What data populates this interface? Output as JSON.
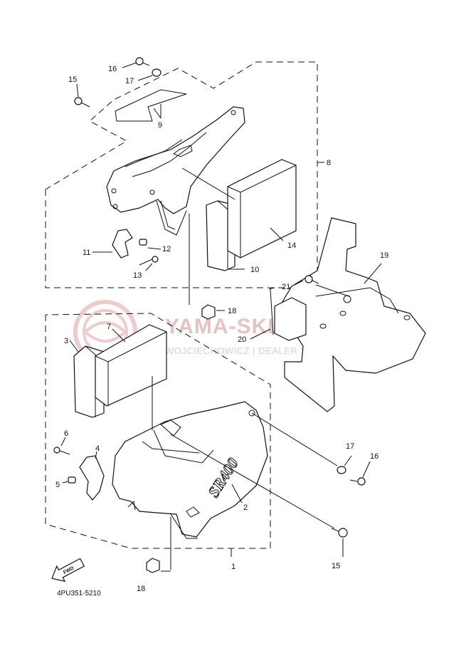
{
  "watermark": {
    "title": "YAMA-SKLEP.PL",
    "subtitle": "WOJCIECHOWICZ | DEALER YAMAHA"
  },
  "part_labels": {
    "p1": "1",
    "p2": "2",
    "p3": "3",
    "p4": "4",
    "p5": "5",
    "p6": "6",
    "p7": "7",
    "p8": "8",
    "p9": "9",
    "p10": "10",
    "p11": "11",
    "p12": "12",
    "p13": "13",
    "p14": "14",
    "p15a": "15",
    "p15b": "15",
    "p16a": "16",
    "p16b": "16",
    "p17a": "17",
    "p17b": "17",
    "p18a": "18",
    "p18b": "18",
    "p19": "19",
    "p20": "20",
    "p21": "21"
  },
  "direction_badge": "FWD",
  "cover_script": "SR400",
  "diagram_ref": "4PU351-5210",
  "colors": {
    "line": "#111111",
    "watermark": "#e7c2c2"
  },
  "icons": [
    "forward-arrow-icon",
    "watermark-logo-icon"
  ]
}
